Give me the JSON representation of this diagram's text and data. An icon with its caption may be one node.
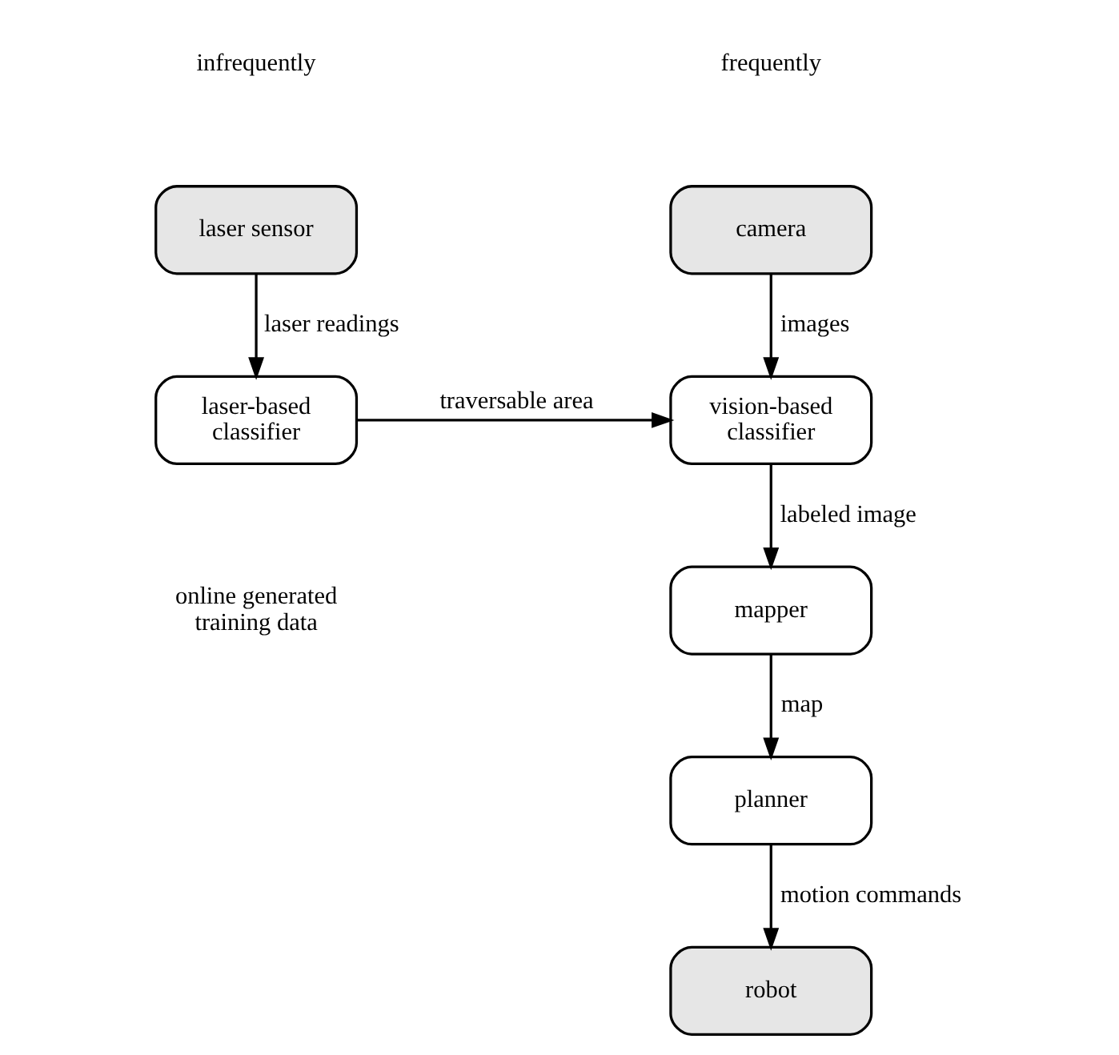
{
  "diagram": {
    "nodes": [
      {
        "text": [
          "laser sensor"
        ]
      },
      {
        "text": [
          "camera"
        ]
      },
      {
        "text": [
          "laser-based classifier"
        ]
      },
      {
        "text": [
          "vision-based classifier"
        ]
      },
      {
        "text": [
          "mapper"
        ]
      },
      {
        "text": [
          "planner"
        ]
      },
      {
        "text": [
          "robot"
        ]
      }
    ],
    "edges": [
      {
        "from": 0,
        "to": 2,
        "arrow": "to",
        "label": "laser readings"
      },
      {
        "from": 1,
        "to": 3,
        "arrow": "to",
        "label": "images"
      },
      {
        "from": 2,
        "to": 3,
        "arrow": "to",
        "label": "traversable area"
      },
      {
        "from": 3,
        "to": 4,
        "arrow": "to",
        "label": "labeled image"
      },
      {
        "from": 4,
        "to": 5,
        "arrow": "to",
        "label": "map"
      },
      {
        "from": 5,
        "to": 6,
        "arrow": "to",
        "label": "motion commands"
      }
    ],
    "labels": [
      "infrequently",
      "frequently",
      "online generated training data"
    ]
  }
}
